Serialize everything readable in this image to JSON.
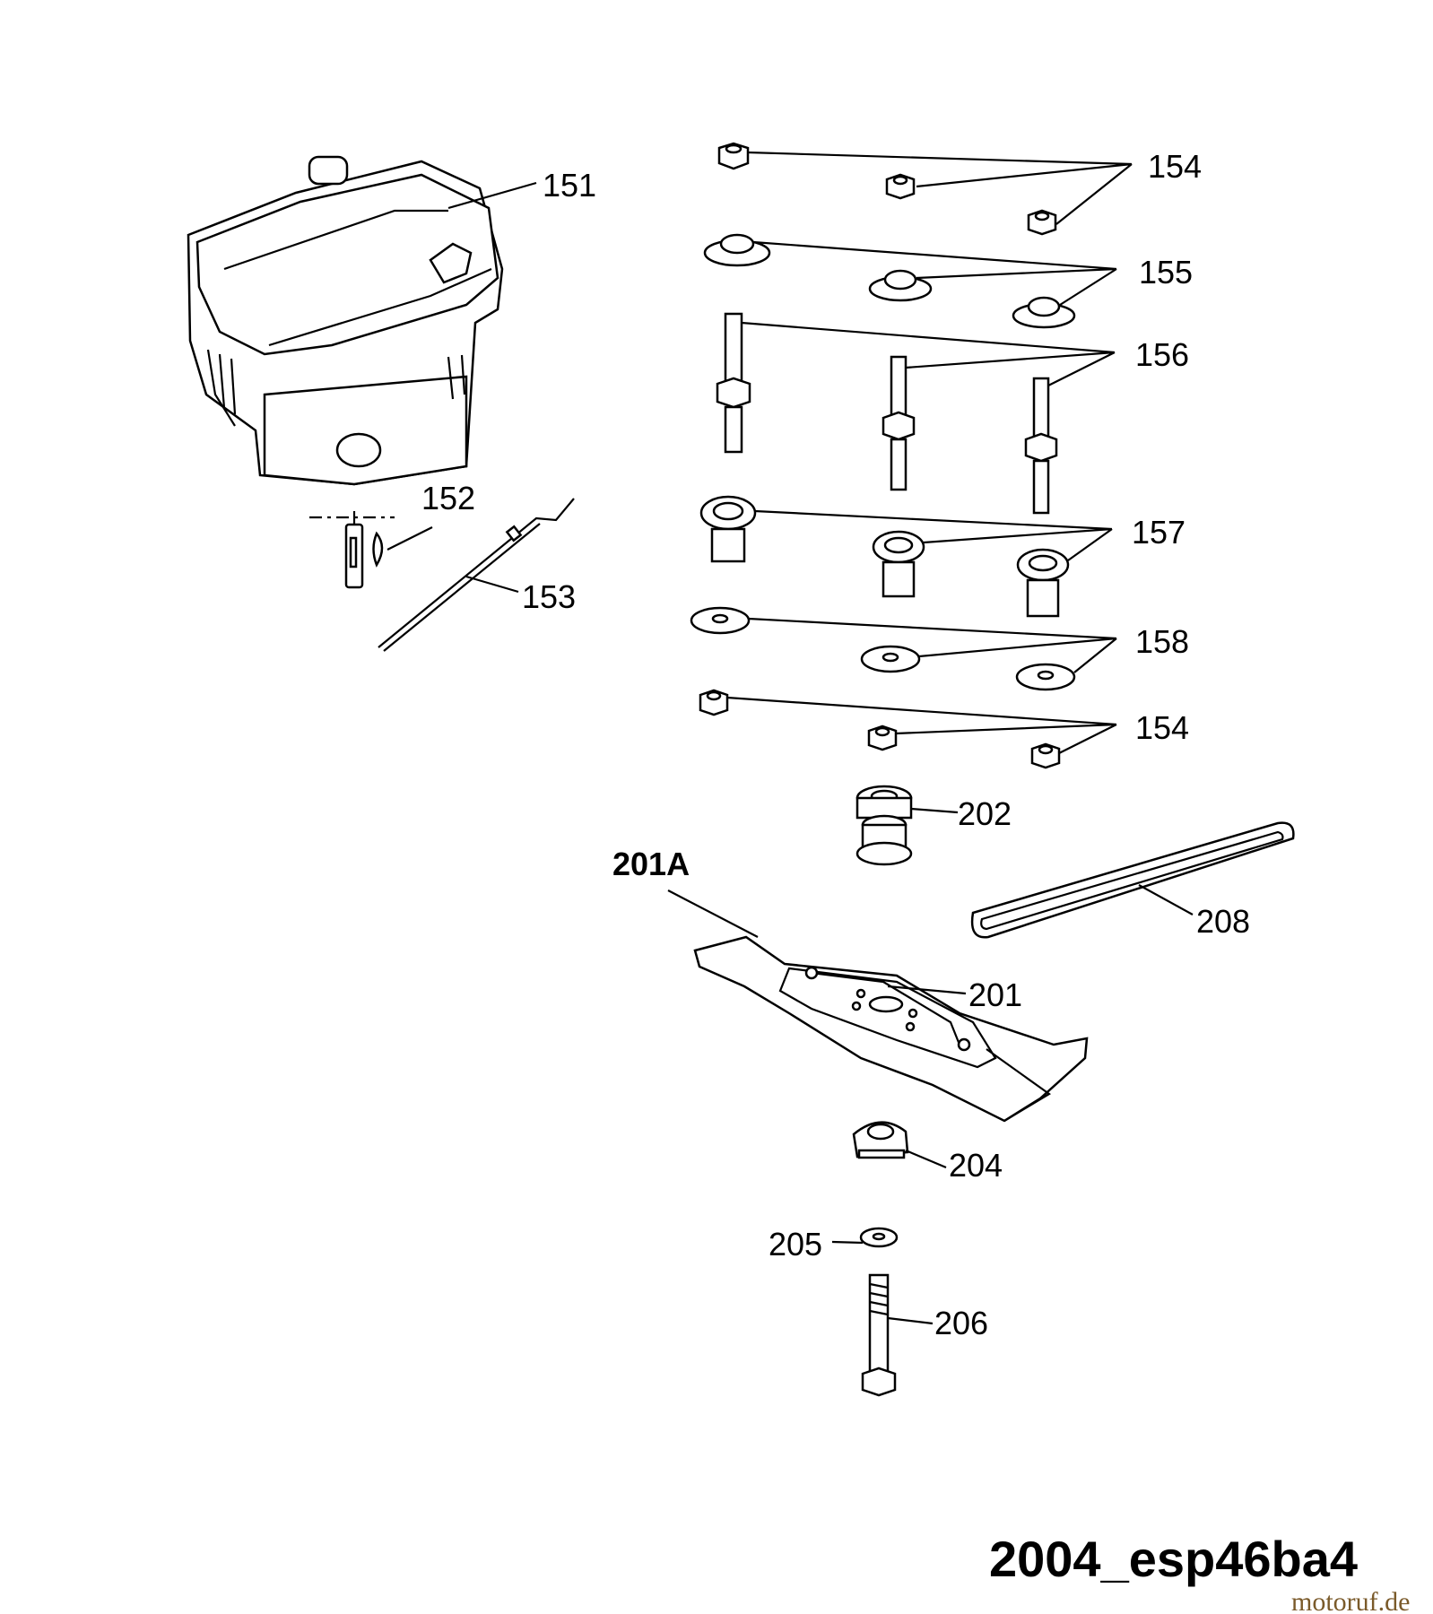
{
  "diagram_code": "2004_esp46ba4",
  "watermark": "motoruf.de",
  "labels": {
    "p151": "151",
    "p152": "152",
    "p153": "153",
    "p154_top": "154",
    "p155": "155",
    "p156": "156",
    "p157": "157",
    "p158": "158",
    "p154_bottom": "154",
    "p202": "202",
    "p201A": "201A",
    "p208": "208",
    "p201": "201",
    "p204": "204",
    "p205": "205",
    "p206": "206"
  },
  "colors": {
    "ink": "#000000",
    "paper": "#ffffff",
    "watermark_primary": "#7a5a2a",
    "watermark_secondary": "#3a5fa8"
  }
}
